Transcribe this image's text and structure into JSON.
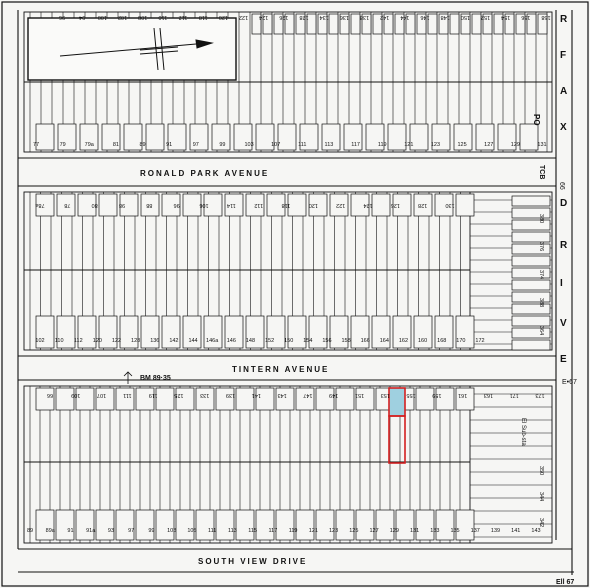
{
  "roads": {
    "ronald_park": "RONALD   PARK   AVENUE",
    "tintern": "TINTERN    AVENUE",
    "south_view": "SOUTH   VIEW   DRIVE",
    "fairfax_letters": [
      "R",
      "F",
      "A",
      "X",
      "D",
      "R",
      "I",
      "V",
      "E"
    ]
  },
  "marks": {
    "benchmark": "BM 89·35",
    "e67": "E•67",
    "po": "PO",
    "tcb": "TCB",
    "fairfax_66": "66",
    "el_sub": "El Sub-sta",
    "corner_ref": "Ell 67"
  },
  "compass": {
    "icon": "north-arrow-icon"
  },
  "highlight": {
    "number": "151",
    "fill": "#9fd0e0",
    "outline": "#d42020"
  },
  "colors": {
    "ink": "#111111",
    "paper": "#f6f6f4"
  },
  "numbers": {
    "row1_top": [
      "96",
      "94",
      "100",
      "102",
      "108",
      "110",
      "112",
      "118",
      "120",
      "122",
      "124",
      "126",
      "128",
      "134",
      "136",
      "138",
      "142",
      "144",
      "146",
      "148",
      "150",
      "152",
      "154",
      "156",
      "158"
    ],
    "row1_bottom": [
      "77",
      "79",
      "79a",
      "81",
      "89",
      "91",
      "97",
      "99",
      "103",
      "107",
      "111",
      "113",
      "117",
      "119",
      "121",
      "123",
      "125",
      "127",
      "129",
      "131"
    ],
    "row2_top": [
      "78a",
      "78",
      "80",
      "98",
      "88",
      "96",
      "106",
      "114",
      "112",
      "118",
      "120",
      "122",
      "124",
      "126",
      "128",
      "130"
    ],
    "row2_bottom": [
      "102",
      "110",
      "112",
      "120",
      "122",
      "128",
      "136",
      "142",
      "144",
      "146a",
      "146",
      "148",
      "152",
      "150",
      "154",
      "156",
      "158",
      "166",
      "164",
      "162",
      "160",
      "168",
      "170",
      "172"
    ],
    "row2_side": [
      "380",
      "376",
      "374",
      "388",
      "364"
    ],
    "row3_top": [
      "66",
      "109",
      "107",
      "111",
      "119",
      "125",
      "133",
      "139",
      "141",
      "143",
      "147",
      "149",
      "151",
      "153",
      "155",
      "159",
      "161",
      "163",
      "171",
      "173"
    ],
    "row3_side": [
      "350",
      "344",
      "342"
    ],
    "row3_bottom": [
      "89",
      "89a",
      "91",
      "91a",
      "93",
      "97",
      "99",
      "103",
      "105",
      "111",
      "113",
      "115",
      "117",
      "119",
      "121",
      "123",
      "125",
      "127",
      "129",
      "131",
      "133",
      "135",
      "137",
      "139",
      "141",
      "143"
    ]
  }
}
